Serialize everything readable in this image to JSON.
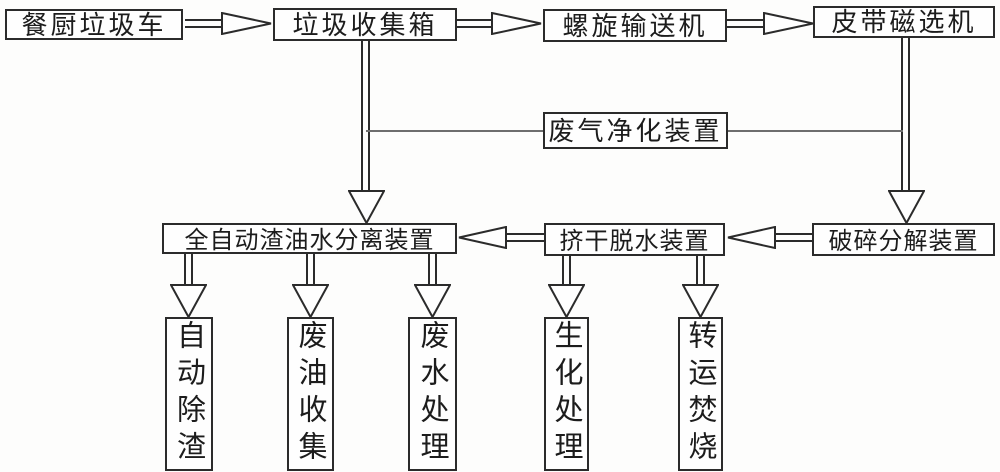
{
  "diagram": {
    "type": "process-flowchart",
    "language": "zh-CN",
    "nodes": {
      "kitchen_waste_truck": "餐厨垃圾车",
      "garbage_collection_box": "垃圾收集箱",
      "screw_conveyor": "螺旋输送机",
      "belt_magnetic_separator": "皮带磁选机",
      "waste_gas_purifier": "废气净化装置",
      "auto_slag_oil_water_separator": "全自动渣油水分离装置",
      "squeeze_dewatering_device": "挤干脱水装置",
      "crushing_decomposition_device": "破碎分解装置",
      "auto_slag_removal": "自动除渣",
      "waste_oil_collection": "废油收集",
      "waste_water_treatment": "废水处理",
      "biochemical_treatment": "生化处理",
      "transfer_incineration": "转运焚烧"
    },
    "edges": [
      {
        "from": "kitchen_waste_truck",
        "to": "garbage_collection_box",
        "style": "double-line hollow-arrow right"
      },
      {
        "from": "garbage_collection_box",
        "to": "screw_conveyor",
        "style": "double-line hollow-arrow right"
      },
      {
        "from": "screw_conveyor",
        "to": "belt_magnetic_separator",
        "style": "double-line hollow-arrow right"
      },
      {
        "from": "garbage_collection_box",
        "to": "auto_slag_oil_water_separator",
        "style": "double-line hollow-arrow down"
      },
      {
        "from": "belt_magnetic_separator",
        "to": "crushing_decomposition_device",
        "style": "double-line hollow-arrow down"
      },
      {
        "from": "garbage_collection_box_drop_line",
        "to": "waste_gas_purifier",
        "style": "thin plain line"
      },
      {
        "from": "waste_gas_purifier",
        "to": "belt_magnetic_separator_drop_line",
        "style": "thin plain line"
      },
      {
        "from": "crushing_decomposition_device",
        "to": "squeeze_dewatering_device",
        "style": "double-line hollow-arrow left"
      },
      {
        "from": "squeeze_dewatering_device",
        "to": "auto_slag_oil_water_separator",
        "style": "double-line hollow-arrow left"
      },
      {
        "from": "auto_slag_oil_water_separator",
        "to": "auto_slag_removal",
        "style": "double-line hollow-arrow down"
      },
      {
        "from": "auto_slag_oil_water_separator",
        "to": "waste_oil_collection",
        "style": "double-line hollow-arrow down"
      },
      {
        "from": "auto_slag_oil_water_separator",
        "to": "waste_water_treatment",
        "style": "double-line hollow-arrow down"
      },
      {
        "from": "squeeze_dewatering_device",
        "to": "biochemical_treatment",
        "style": "double-line hollow-arrow down"
      },
      {
        "from": "squeeze_dewatering_device",
        "to": "transfer_incineration",
        "style": "double-line hollow-arrow down"
      }
    ],
    "colors": {
      "line": "#2b2b2b",
      "thin_line": "#6e6e6e",
      "background": "#fdfdfc",
      "box_fill": "#fefefe"
    }
  }
}
